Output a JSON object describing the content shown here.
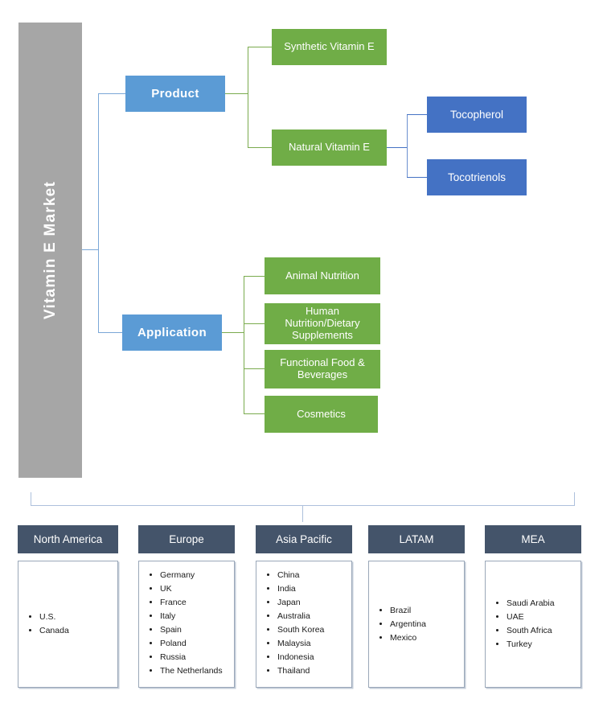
{
  "diagram": {
    "root": {
      "label": "Vitamin E Market"
    },
    "branches": [
      {
        "id": "product",
        "label": "Product",
        "children": [
          {
            "id": "synthetic-vitamin-e",
            "label": "Synthetic Vitamin E",
            "children": []
          },
          {
            "id": "natural-vitamin-e",
            "label": "Natural Vitamin E",
            "children": [
              {
                "id": "tocopherol",
                "label": "Tocopherol"
              },
              {
                "id": "tocotrienols",
                "label": "Tocotrienols"
              }
            ]
          }
        ]
      },
      {
        "id": "application",
        "label": "Application",
        "children": [
          {
            "id": "animal-nutrition",
            "label": "Animal  Nutrition"
          },
          {
            "id": "human-nutrition-dietary-supplements",
            "label": "Human Nutrition/Dietary Supplements"
          },
          {
            "id": "functional-food-beverages",
            "label": "Functional Food & Beverages"
          },
          {
            "id": "cosmetics",
            "label": "Cosmetics"
          }
        ]
      }
    ],
    "regions": [
      {
        "id": "north-america",
        "title": "North America",
        "countries": [
          "U.S.",
          "Canada"
        ]
      },
      {
        "id": "europe",
        "title": "Europe",
        "countries": [
          "Germany",
          "UK",
          "France",
          "Italy",
          "Spain",
          "Poland",
          "Russia",
          "The Netherlands"
        ]
      },
      {
        "id": "asia-pacific",
        "title": "Asia Pacific",
        "countries": [
          "China",
          "India",
          "Japan",
          "Australia",
          "South Korea",
          "Malaysia",
          "Indonesia",
          "Thailand"
        ]
      },
      {
        "id": "latam",
        "title": "LATAM",
        "countries": [
          "Brazil",
          "Argentina",
          "Mexico"
        ]
      },
      {
        "id": "mea",
        "title": "MEA",
        "countries": [
          "Saudi Arabia",
          "UAE",
          "South Africa",
          "Turkey"
        ]
      }
    ]
  },
  "colors": {
    "root_bar": "#a6a6a6",
    "level1_blue": "#5b9bd5",
    "level2_green": "#70ad47",
    "level3_blue": "#4472c4",
    "region_header": "#44546a",
    "connector_blue": "#7ba7d7",
    "connector_green": "#7aab4e"
  }
}
